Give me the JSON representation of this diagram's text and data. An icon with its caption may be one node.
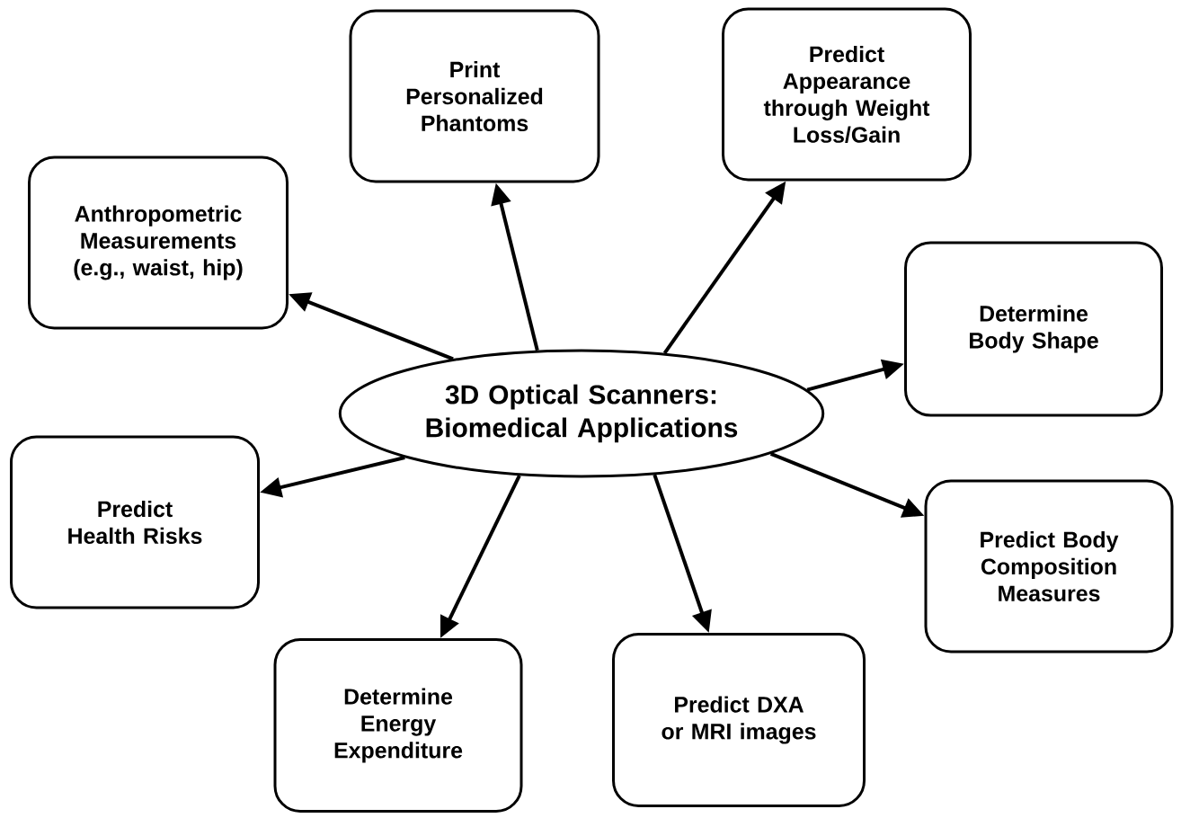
{
  "diagram": {
    "nodes": [
      {
        "text": [
          "3D Optical Scanners: Biomedical Applications"
        ]
      },
      {
        "text": [
          "Print Personalized Phantoms"
        ]
      },
      {
        "text": [
          "Predict Appearance through Weight Loss/Gain"
        ]
      },
      {
        "text": [
          "Anthropometric Measurements (e.g., waist, hip)"
        ]
      },
      {
        "text": [
          "Determine Body Shape"
        ]
      },
      {
        "text": [
          "Predict Health Risks"
        ]
      },
      {
        "text": [
          "Predict Body Composition Measures"
        ]
      },
      {
        "text": [
          "Determine Energy Expenditure"
        ]
      },
      {
        "text": [
          "Predict DXA or MRI images"
        ]
      }
    ],
    "edges": [
      {
        "from": 0,
        "to": 1,
        "arrow": "to"
      },
      {
        "from": 0,
        "to": 2,
        "arrow": "to"
      },
      {
        "from": 0,
        "to": 3,
        "arrow": "to"
      },
      {
        "from": 0,
        "to": 4,
        "arrow": "to"
      },
      {
        "from": 0,
        "to": 5,
        "arrow": "to"
      },
      {
        "from": 0,
        "to": 6,
        "arrow": "to"
      },
      {
        "from": 0,
        "to": 7,
        "arrow": "to"
      },
      {
        "from": 0,
        "to": 8,
        "arrow": "to"
      }
    ]
  }
}
